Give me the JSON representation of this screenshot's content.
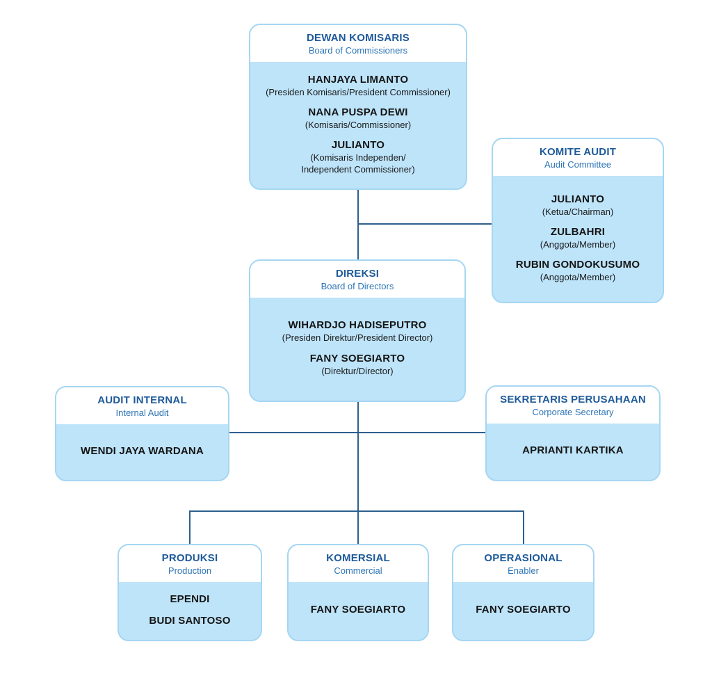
{
  "colors": {
    "title_text": "#1e5a99",
    "subtitle_text": "#2e75b6",
    "body_background": "#bee4fa",
    "box_border": "#a6d6f2",
    "connector_line": "#2d5f8e",
    "member_text": "#141414"
  },
  "boxes": {
    "dewan": {
      "title": "DEWAN KOMISARIS",
      "subtitle": "Board of Commissioners",
      "members": [
        {
          "name": "HANJAYA LIMANTO",
          "role": "(Presiden Komisaris/President Commissioner)"
        },
        {
          "name": "NANA PUSPA DEWI",
          "role": "(Komisaris/Commissioner)"
        },
        {
          "name": "JULIANTO",
          "role": "(Komisaris Independen/\nIndependent Commissioner)"
        }
      ]
    },
    "komite": {
      "title": "KOMITE AUDIT",
      "subtitle": "Audit Committee",
      "members": [
        {
          "name": "JULIANTO",
          "role": "(Ketua/Chairman)"
        },
        {
          "name": "ZULBAHRI",
          "role": "(Anggota/Member)"
        },
        {
          "name": "RUBIN GONDOKUSUMO",
          "role": "(Anggota/Member)"
        }
      ]
    },
    "direksi": {
      "title": "DIREKSI",
      "subtitle": "Board of Directors",
      "members": [
        {
          "name": "WIHARDJO HADISEPUTRO",
          "role": "(Presiden Direktur/President Director)"
        },
        {
          "name": "FANY SOEGIARTO",
          "role": "(Direktur/Director)"
        }
      ]
    },
    "audit_internal": {
      "title": "AUDIT INTERNAL",
      "subtitle": "Internal Audit",
      "members": [
        {
          "name": "WENDI JAYA WARDANA"
        }
      ]
    },
    "sekretaris": {
      "title": "SEKRETARIS PERUSAHAAN",
      "subtitle": "Corporate Secretary",
      "members": [
        {
          "name": "APRIANTI KARTIKA"
        }
      ]
    },
    "produksi": {
      "title": "PRODUKSI",
      "subtitle": "Production",
      "members": [
        {
          "name": "EPENDI"
        },
        {
          "name": "BUDI SANTOSO"
        }
      ]
    },
    "komersial": {
      "title": "KOMERSIAL",
      "subtitle": "Commercial",
      "members": [
        {
          "name": "FANY SOEGIARTO"
        }
      ]
    },
    "operasional": {
      "title": "OPERASIONAL",
      "subtitle": "Enabler",
      "members": [
        {
          "name": "FANY SOEGIARTO"
        }
      ]
    }
  },
  "edges": [
    {
      "from": "dewan-komisaris",
      "to": "direksi"
    },
    {
      "from": "dewan-komisaris",
      "to": "komite-audit"
    },
    {
      "from": "direksi",
      "to": "audit-internal"
    },
    {
      "from": "direksi",
      "to": "sekretaris-perusahaan"
    },
    {
      "from": "direksi",
      "to": "produksi"
    },
    {
      "from": "direksi",
      "to": "komersial"
    },
    {
      "from": "direksi",
      "to": "operasional"
    }
  ]
}
